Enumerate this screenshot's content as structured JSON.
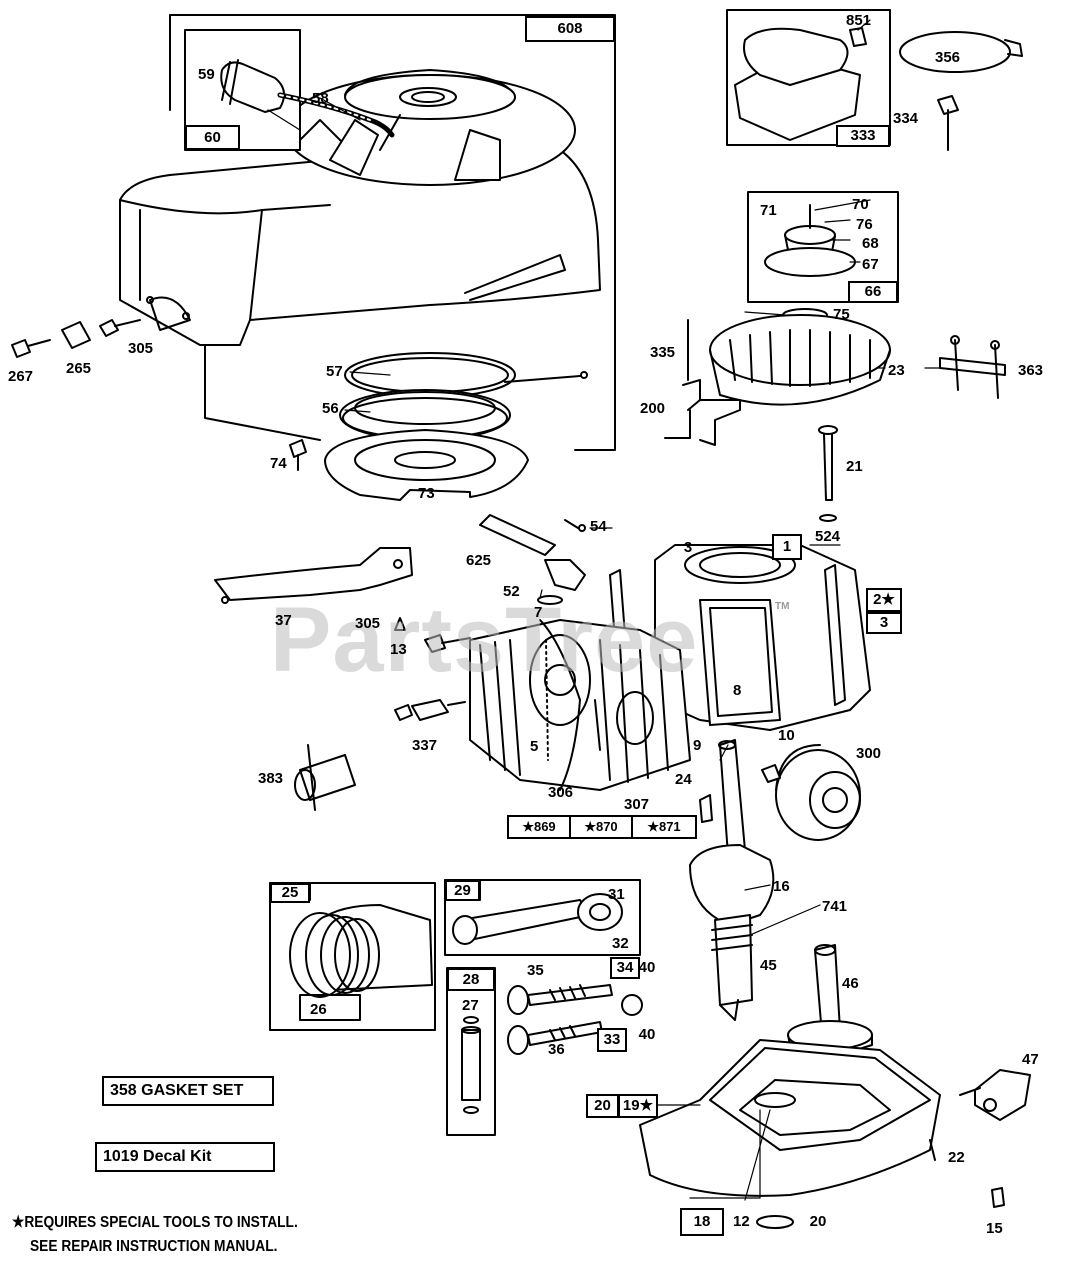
{
  "watermark": "PartsTree",
  "trademark": "TM",
  "labels": {
    "p267": "267",
    "p265": "265",
    "p305a": "305",
    "p58": "58",
    "p59": "59",
    "p57": "57",
    "p56": "56",
    "p74": "74",
    "p73": "73",
    "p851": "851",
    "p356": "356",
    "p334": "334",
    "p70": "70",
    "p71": "71",
    "p76": "76",
    "p68": "68",
    "p67": "67",
    "p75": "75",
    "p335": "335",
    "p23": "23",
    "p363": "363",
    "p200": "200",
    "p21": "21",
    "p524": "524",
    "p54": "54",
    "p625": "625",
    "p52": "52",
    "p7": "7",
    "p37": "37",
    "p305b": "305",
    "p13": "13",
    "p8": "8",
    "p10": "10",
    "p9": "9",
    "p337": "337",
    "p300": "300",
    "p5": "5",
    "p383": "383",
    "p24": "24",
    "p306": "306",
    "p307": "307",
    "p16": "16",
    "p741": "741",
    "p31": "31",
    "p32": "32",
    "p45": "45",
    "p46": "46",
    "p26": "26",
    "p35": "35",
    "p27": "27",
    "p36": "36",
    "p47": "47",
    "p22": "22",
    "p12": "12",
    "p15": "15"
  },
  "boxes": {
    "b608": "608",
    "b60": "60",
    "b333": "333",
    "b66": "66",
    "b3top": "3",
    "b1": "1",
    "b2star": "2★",
    "b3": "3",
    "b869": "★869",
    "b870": "★870",
    "b871": "★871",
    "b25": "25",
    "b29": "29",
    "b28": "28",
    "b34": "34",
    "b40a": "40",
    "b40b": "40",
    "b33": "33",
    "b20": "20",
    "b19star": "19★",
    "b18": "18",
    "b20b": "20"
  },
  "kits": {
    "gasket": "358  GASKET SET",
    "decal": "1019 Decal Kit"
  },
  "notes": {
    "line1": "★REQUIRES SPECIAL TOOLS TO INSTALL.",
    "line2": "SEE REPAIR INSTRUCTION MANUAL."
  }
}
